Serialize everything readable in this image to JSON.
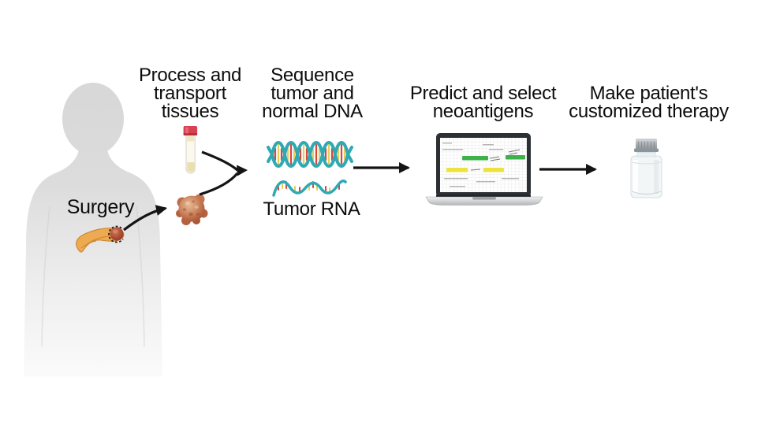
{
  "diagram": {
    "type": "workflow",
    "subject": "personalized-neoantigen-therapy-pipeline",
    "background": "#ffffff",
    "steps": [
      {
        "id": "surgery",
        "label": "Surgery",
        "icon": "patient-silhouette-with-pancreas-tumor"
      },
      {
        "id": "process-transport",
        "lines": [
          "Process and",
          "transport",
          "tissues"
        ],
        "icons": [
          "test-tube",
          "tumor-specimen"
        ]
      },
      {
        "id": "sequence-dna",
        "lines": [
          "Sequence",
          "tumor and",
          "normal DNA"
        ],
        "caption": "Tumor RNA",
        "icons": [
          "dna-double-helix",
          "rna-strand"
        ]
      },
      {
        "id": "predict-neoantigens",
        "lines": [
          "Predict and select",
          "neoantigens"
        ],
        "icon": "laptop-spreadsheet"
      },
      {
        "id": "make-therapy",
        "lines": [
          "Make patient's",
          "customized therapy"
        ],
        "icon": "medicine-vial"
      }
    ],
    "colors": {
      "text": "#0c0c0c",
      "arrow": "#141414",
      "silhouette_gray": "#dbdbdb",
      "dna_teal": "#2fa9b4",
      "base_pair_red": "#d9453f",
      "base_pair_yellow": "#e5ce5a",
      "tube_cap_red": "#d8414f",
      "tube_liquid_cream": "#ecdfae",
      "pancreas_orange": "#edaa50",
      "tumor_red": "#b5613f",
      "spreadsheet_green": "#3eb14b",
      "spreadsheet_yellow": "#eee23c",
      "laptop_bezel": "#2c3034",
      "vial_cap_gray": "#9ba1a6"
    }
  }
}
